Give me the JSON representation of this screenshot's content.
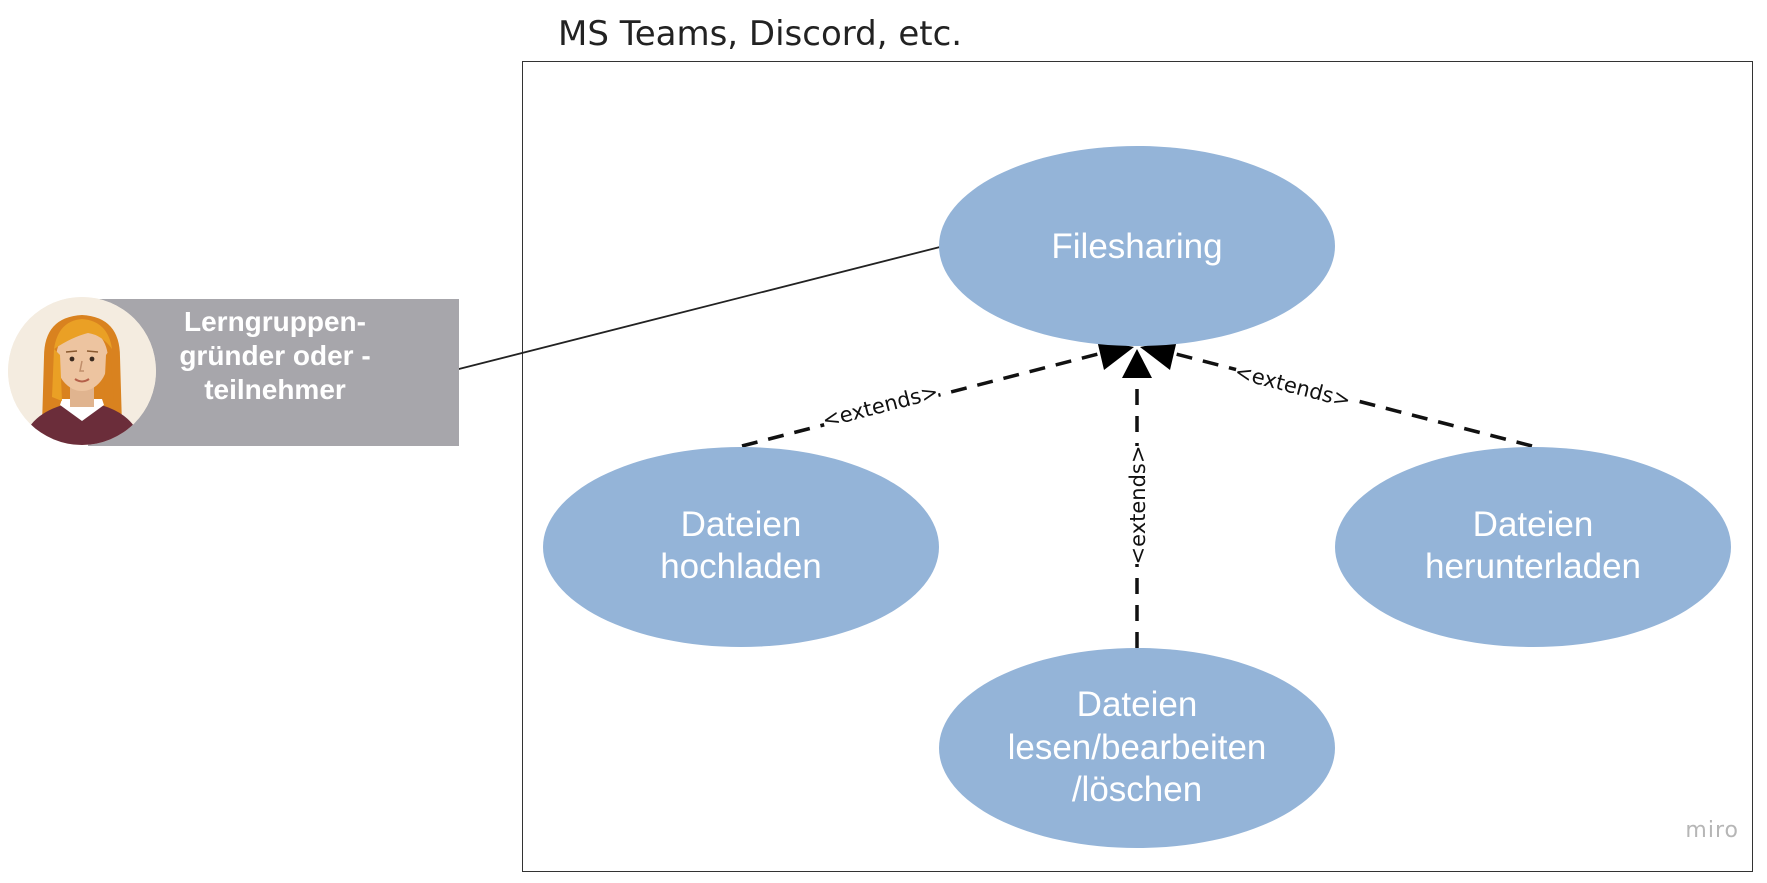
{
  "system": {
    "title": "MS Teams, Discord, etc."
  },
  "actor": {
    "label_lines": [
      "Lerngruppen-",
      "gründer oder -",
      "teilnehmer"
    ],
    "icon": "user-avatar-icon"
  },
  "use_cases": {
    "filesharing": {
      "lines": [
        "Filesharing"
      ]
    },
    "upload": {
      "lines": [
        "Dateien",
        "hochladen"
      ]
    },
    "download": {
      "lines": [
        "Dateien",
        "herunterladen"
      ]
    },
    "edit": {
      "lines": [
        "Dateien",
        "lesen/bearbeiten",
        "/löschen"
      ]
    }
  },
  "relations": {
    "upload_label": "<extends>",
    "edit_label": "<extends>",
    "download_label": "<extends>"
  },
  "watermark": "miro",
  "colors": {
    "use_case_fill": "#94b4d8",
    "actor_fill": "#a7a6ab"
  }
}
